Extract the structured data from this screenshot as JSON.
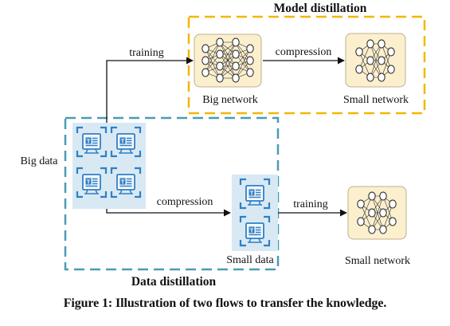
{
  "labels": {
    "model_distillation": "Model distillation",
    "data_distillation": "Data distillation",
    "training_top": "training",
    "compression_top": "compression",
    "big_network": "Big network",
    "small_network_top": "Small network",
    "big_data": "Big data",
    "compression_bottom": "compression",
    "training_bottom": "training",
    "small_data": "Small data",
    "small_network_bottom": "Small network",
    "doc_icon_glyph": "T"
  },
  "caption": "Figure 1: Illustration of two flows to transfer the knowledge.",
  "colors": {
    "model_box_border": "#f2b705",
    "data_box_border": "#4a9bb5",
    "network_fill": "#fbefce",
    "network_border": "#bcb089",
    "data_tile_fill": "#d8e9f4",
    "doc_icon": "#2f7fc4",
    "arrow": "#111111"
  },
  "icons": [
    "neural-network-icon",
    "document-icon"
  ]
}
